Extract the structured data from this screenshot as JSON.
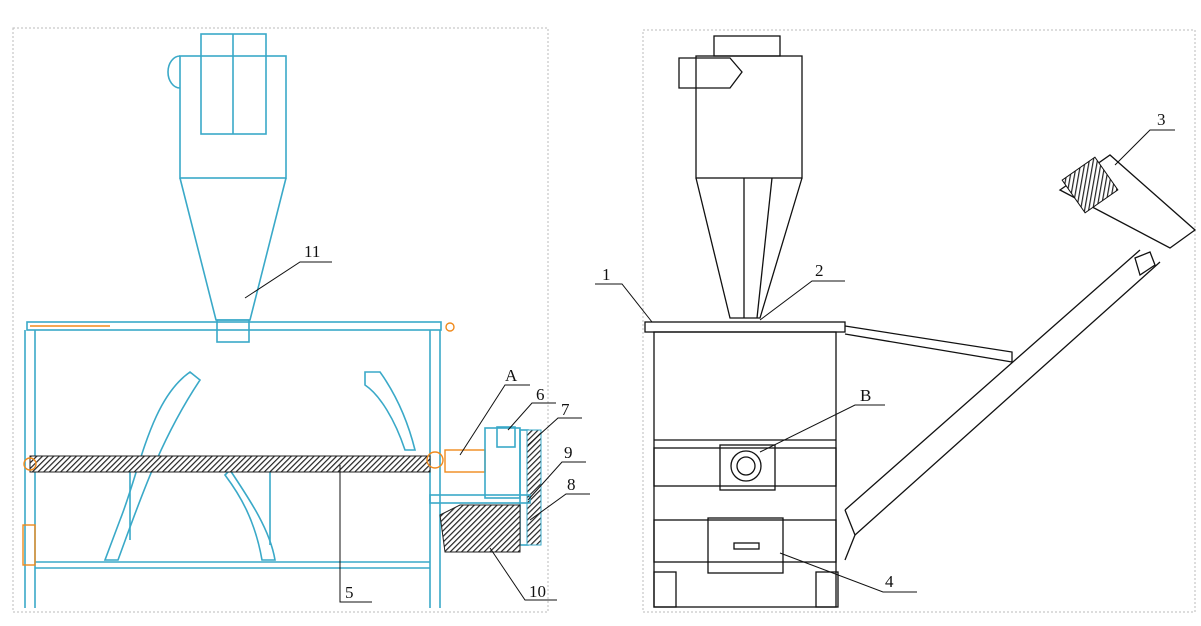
{
  "left_view": {
    "labels": {
      "l11": "11",
      "lA": "A",
      "l6": "6",
      "l7": "7",
      "l9": "9",
      "l8": "8",
      "l10": "10",
      "l5": "5"
    }
  },
  "right_view": {
    "labels": {
      "l1": "1",
      "l2": "2",
      "l3": "3",
      "lB": "B",
      "l4": "4"
    }
  },
  "colors": {
    "left_lines": "#3aa9c8",
    "accents": "#f08a1c",
    "right_lines": "#111111"
  }
}
